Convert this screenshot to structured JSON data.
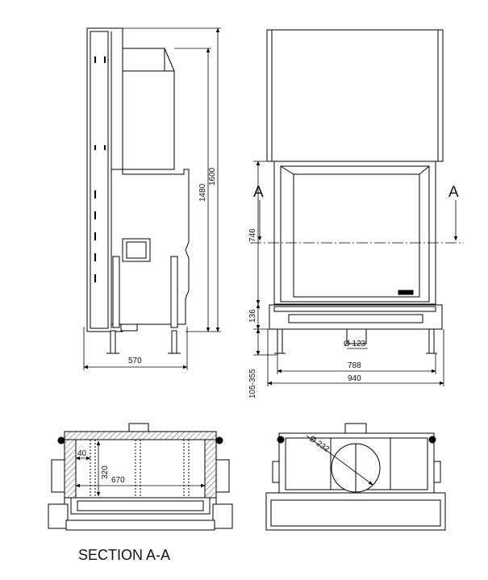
{
  "side_view": {
    "height_total": "1600",
    "height_inner": "1480",
    "depth": "570"
  },
  "front_view": {
    "section_marker_left": "A",
    "section_marker_right": "A",
    "height_746": "746",
    "height_136": "136",
    "leg_range": "105-355",
    "flue_diameter": "Ø 123",
    "width_inner": "788",
    "width_outer": "940"
  },
  "section_view": {
    "caption": "SECTION A-A",
    "dim_40": "40",
    "dim_320": "320",
    "dim_670": "670"
  },
  "plan_view": {
    "flue_diameter": "Ø 232"
  },
  "colors": {
    "line": "#000000",
    "shade": "#bdbdbd",
    "hatch": "#8a8a8a",
    "panel": "#e3e3e3"
  }
}
